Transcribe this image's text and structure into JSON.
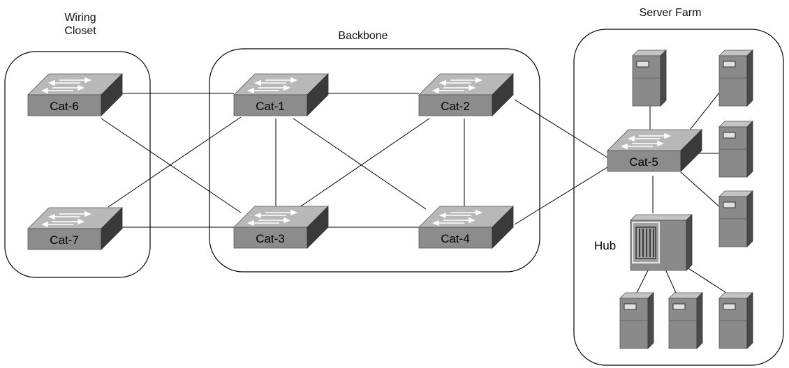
{
  "zones": {
    "wiring_closet": "Wiring\nCloset",
    "backbone": "Backbone",
    "server_farm": "Server Farm"
  },
  "switches": {
    "cat1": "Cat-1",
    "cat2": "Cat-2",
    "cat3": "Cat-3",
    "cat4": "Cat-4",
    "cat5": "Cat-5",
    "cat6": "Cat-6",
    "cat7": "Cat-7"
  },
  "hub": "Hub",
  "icons": {
    "switch": "lan-switch-icon",
    "server": "server-tower-icon",
    "hub": "hub-icon"
  },
  "colors": {
    "switch_top": "#b8b8b8",
    "switch_front": "#8c8c8c",
    "switch_side": "#3a3a3a",
    "server_front": "#8a8a8a",
    "server_side": "#4a4a4a",
    "server_top": "#c4c4c4"
  }
}
